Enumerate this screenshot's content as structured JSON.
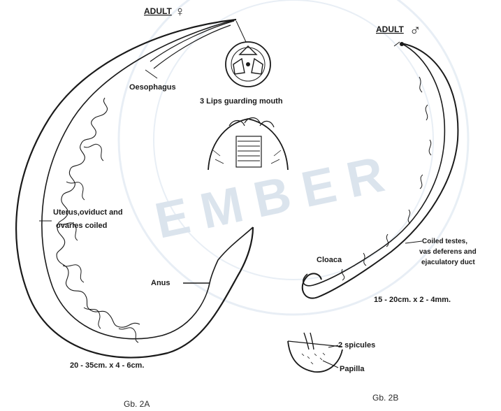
{
  "watermark": "EMBER",
  "female": {
    "title": "ADULT",
    "sex_symbol": "♀",
    "oesophagus_label": "Oesophagus",
    "uterus_label_line1": "Uterus,oviduct and",
    "uterus_label_line2": "ovaries  coiled",
    "anus_label": "Anus",
    "size_label": "20 - 35cm. x 4 - 6cm.",
    "caption": "Gb. 2A"
  },
  "mouth": {
    "label": "3 Lips guarding mouth"
  },
  "male": {
    "title": "ADULT",
    "sex_symbol": "♂",
    "testes_line1": "Coiled  testes,",
    "testes_line2": "vas  deferens  and",
    "testes_line3": "ejaculatory duct",
    "cloaca_label": "Cloaca",
    "size_label": "15 - 20cm. x 2 - 4mm.",
    "caption": "Gb. 2B"
  },
  "tail": {
    "spicules_label": "2 spicules",
    "papilla_label": "Papilla"
  },
  "colors": {
    "ink": "#1a1a1a",
    "watermark": "#d8e2ec",
    "background": "#ffffff"
  }
}
